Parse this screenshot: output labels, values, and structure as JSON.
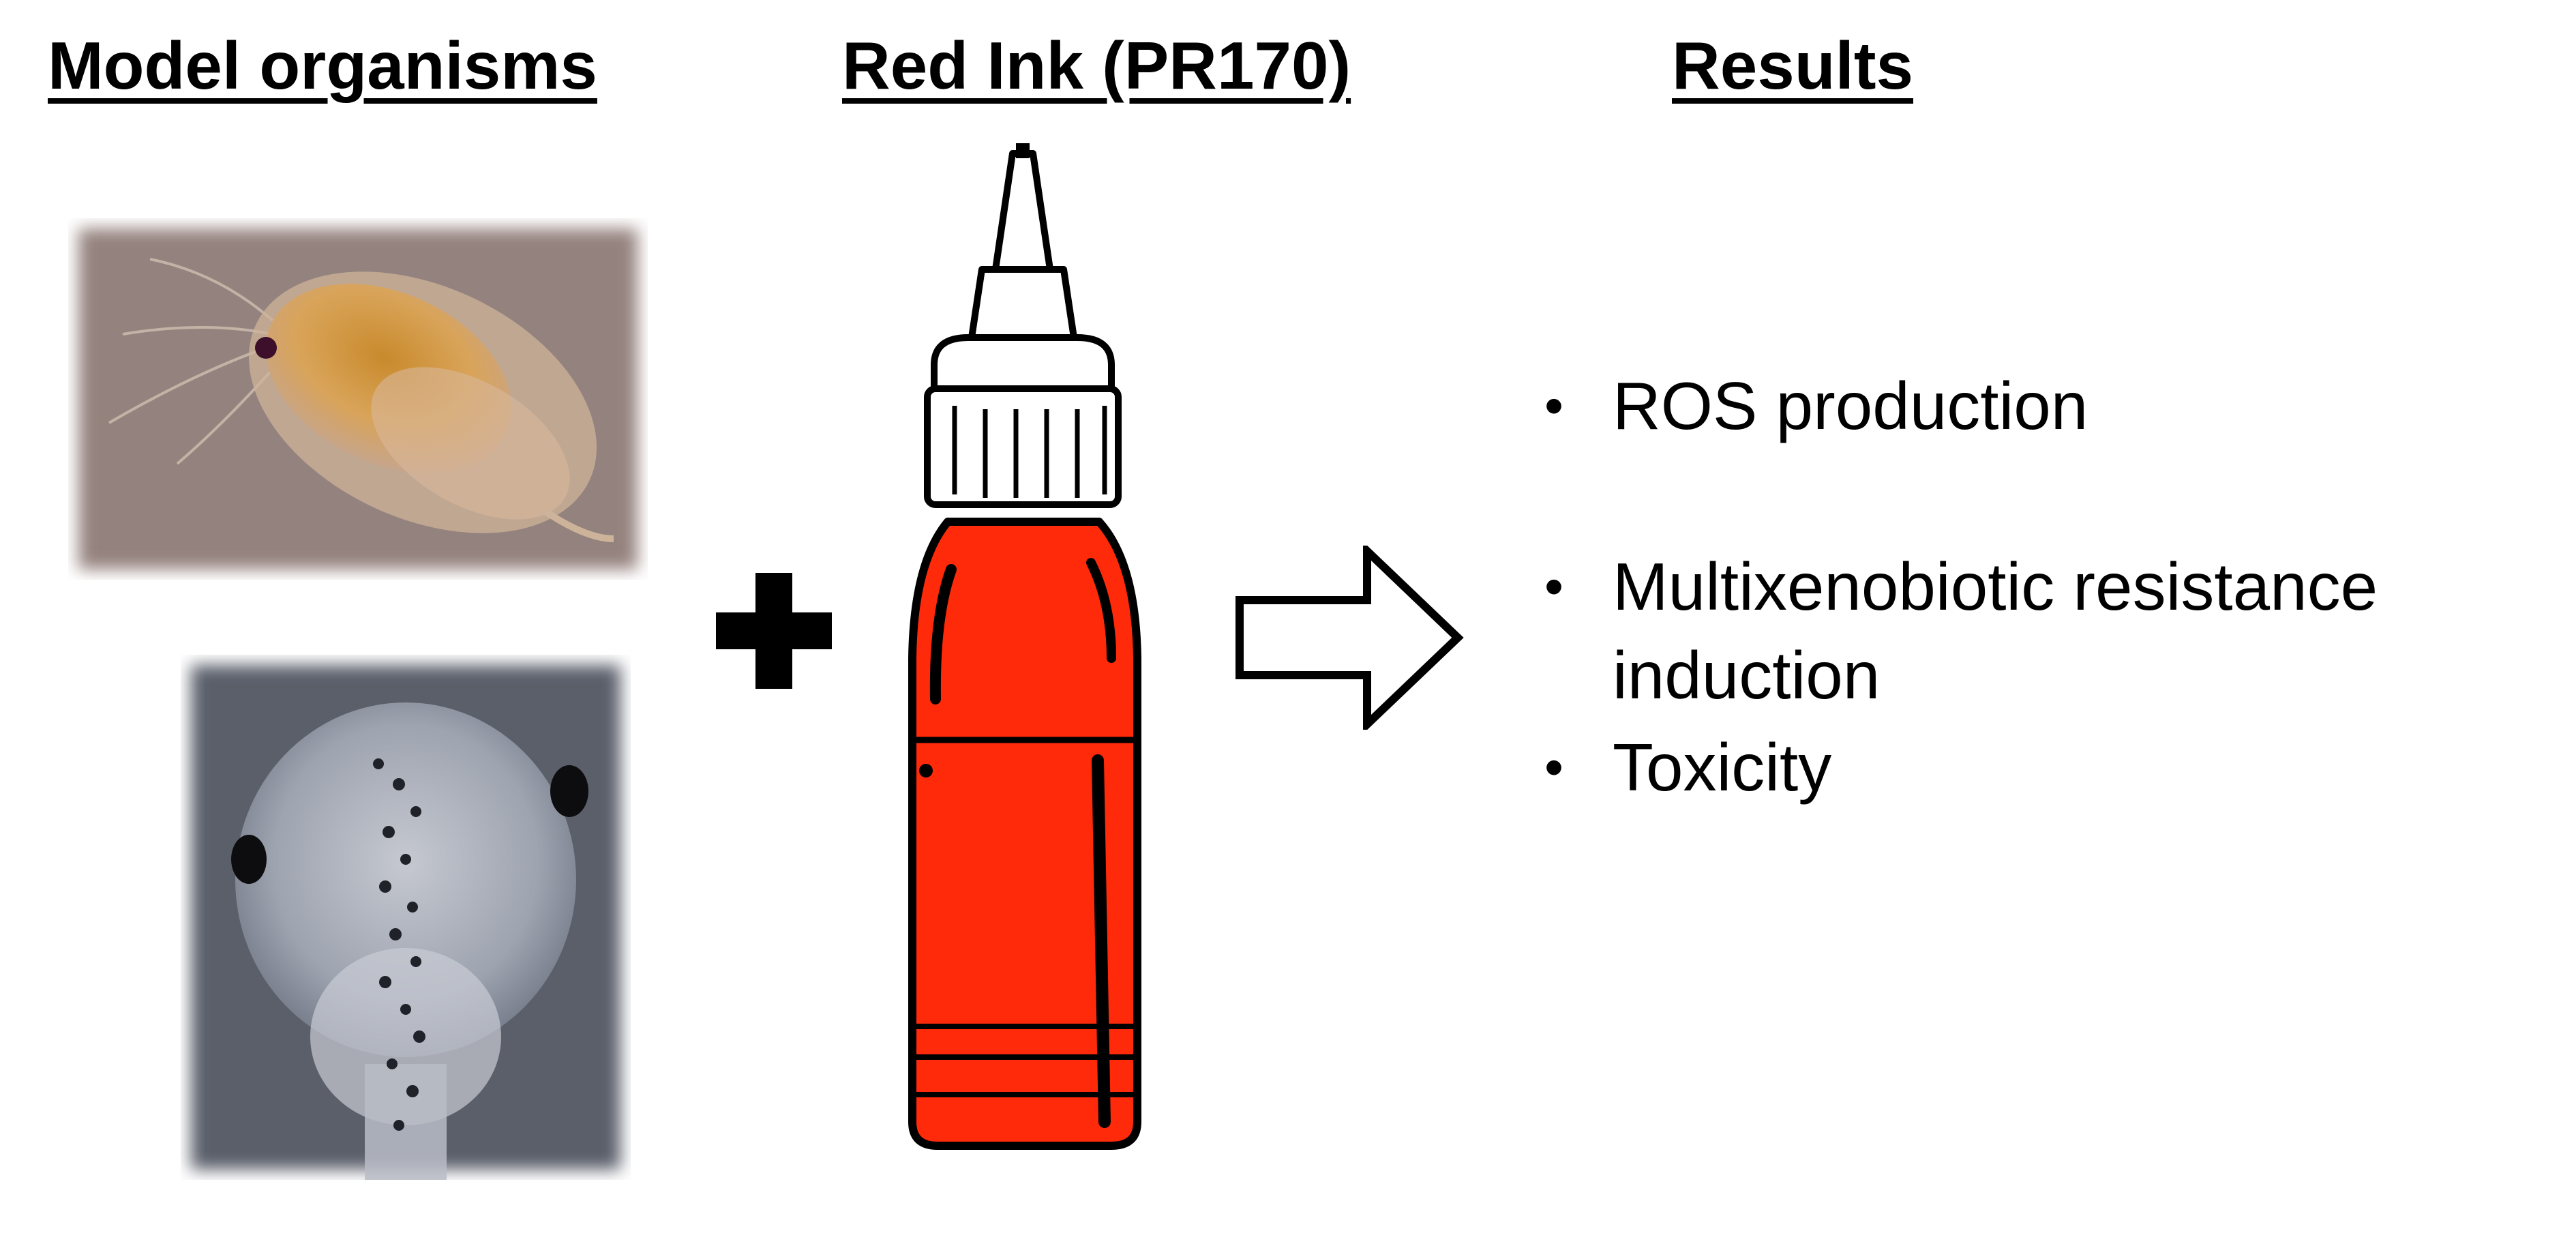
{
  "headings": {
    "model": "Model organisms",
    "ink": "Red Ink (PR170)",
    "results": "Results"
  },
  "icons": {
    "photo_1": "daphnia-photo",
    "photo_2": "tadpole-photo",
    "plus": "plus-icon",
    "bottle": "ink-bottle-icon",
    "arrow": "arrow-right-icon"
  },
  "colors": {
    "ink_red": "#ff2a0a",
    "outline": "#000000"
  },
  "results": [
    "ROS production",
    "Multixenobiotic resistance induction",
    "Toxicity"
  ],
  "bullet": "•"
}
